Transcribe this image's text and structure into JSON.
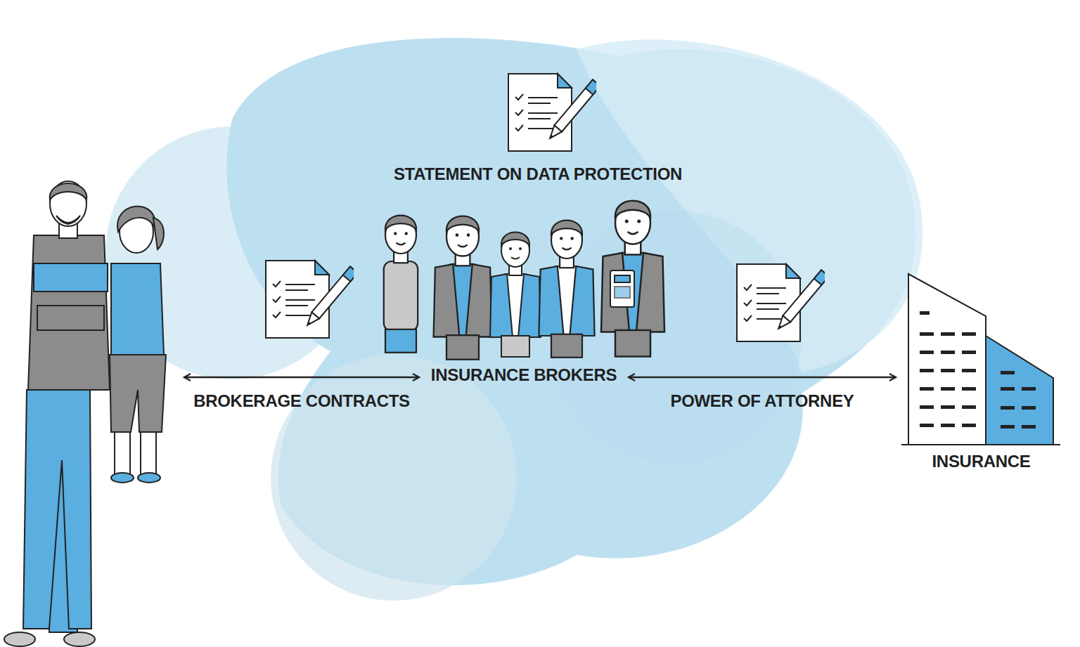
{
  "diagram": {
    "nodes": [
      {
        "text": []
      },
      {
        "text": [
          "INSURANCE BROKERS"
        ]
      },
      {
        "text": [
          "INSURANCE"
        ]
      }
    ],
    "edges": [
      {
        "from": 0,
        "to": 1,
        "arrow": "both",
        "label": "BROKERAGE CONTRACTS"
      },
      {
        "from": 1,
        "to": 2,
        "arrow": "both",
        "label": "POWER OF ATTORNEY"
      }
    ],
    "labels": [
      "STATEMENT ON DATA PROTECTION"
    ]
  }
}
